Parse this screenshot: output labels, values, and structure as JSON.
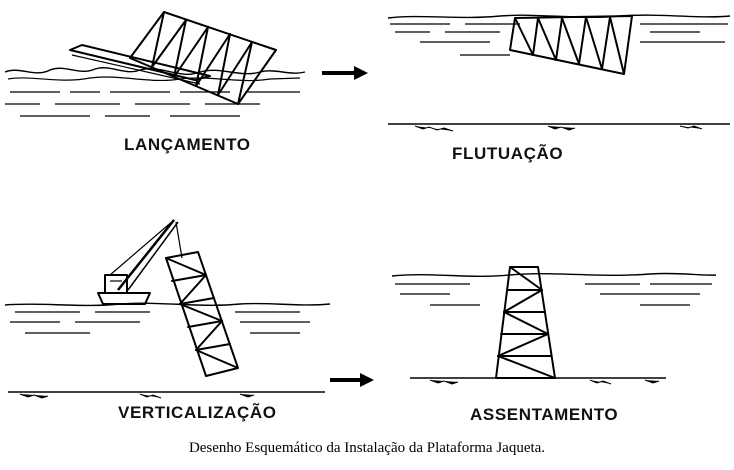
{
  "panels": {
    "launch": {
      "label": "LANÇAMENTO"
    },
    "flotation": {
      "label": "FLUTUAÇÃO"
    },
    "uprighting": {
      "label": "VERTICALIZAÇÃO"
    },
    "settling": {
      "label": "ASSENTAMENTO"
    }
  },
  "caption": "Desenho Esquemático da Instalação da Plataforma Jaqueta."
}
